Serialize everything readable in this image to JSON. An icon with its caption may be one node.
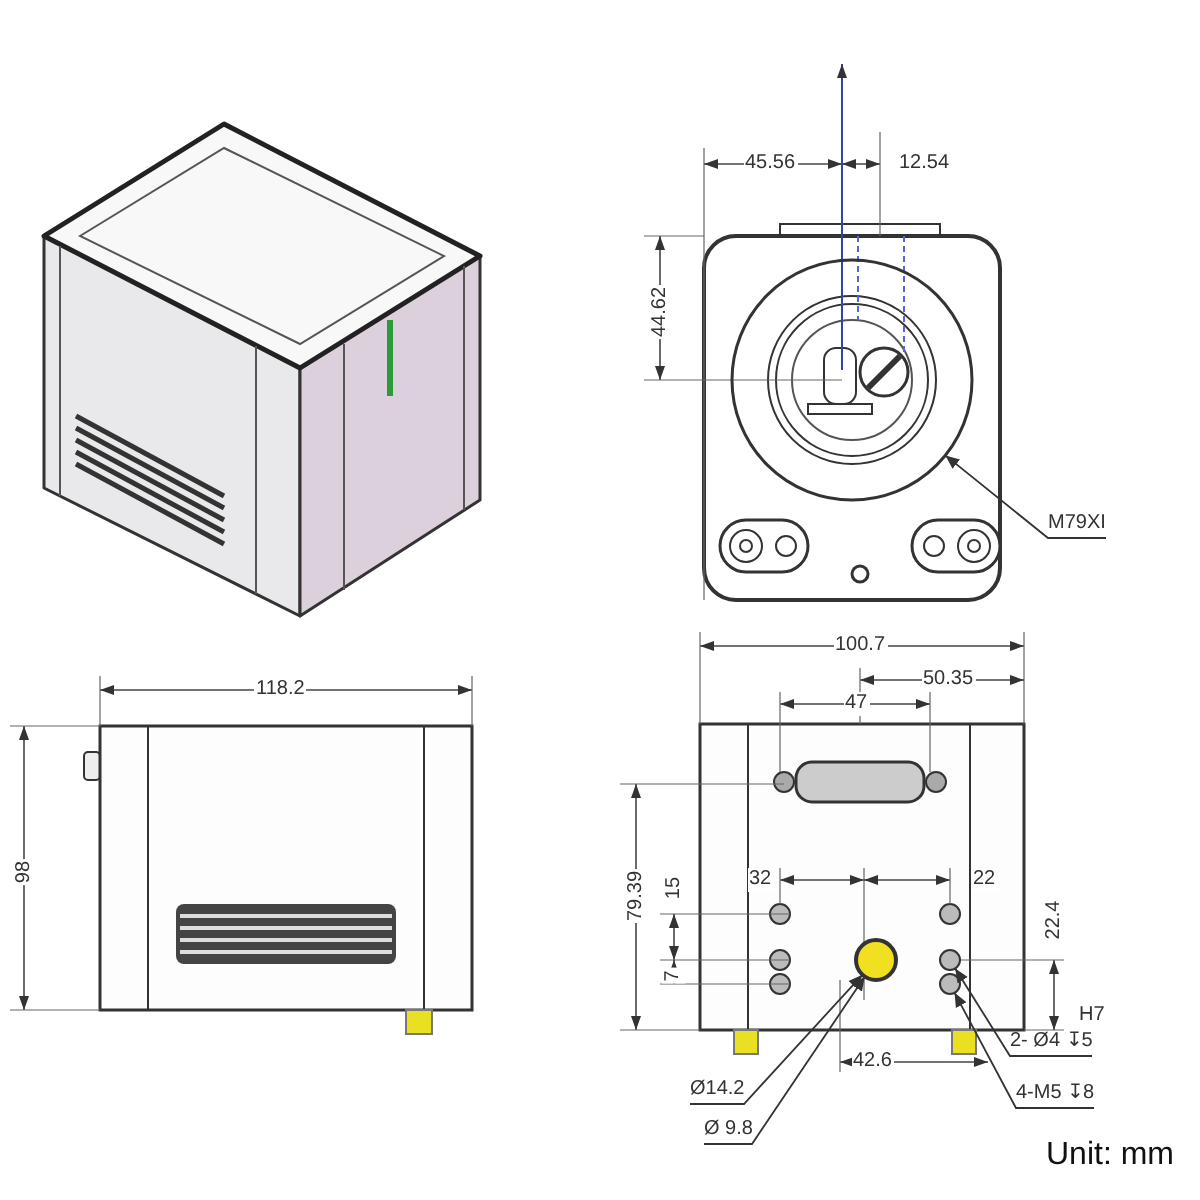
{
  "diagram": {
    "nodes": [
      {
        "text": [
          "M79XI"
        ]
      },
      {
        "text": [],
        "shape": "circle"
      },
      {
        "text": [
          "Ø14.2"
        ]
      },
      {
        "text": [
          "Ø 9.8"
        ]
      },
      {
        "text": [],
        "shape": "circle"
      },
      {
        "text": [
          "2- Ø4 ↧5"
        ]
      },
      {
        "text": [
          "4-M5 ↧8"
        ]
      },
      {
        "text": [],
        "shape": "circle"
      },
      {
        "text": [],
        "shape": "circle"
      }
    ],
    "edges": [
      {
        "from": 0,
        "to": 1,
        "arrow": "to"
      },
      {
        "from": 2,
        "to": 4,
        "arrow": "to"
      },
      {
        "from": 3,
        "to": 4,
        "arrow": "to"
      },
      {
        "from": 5,
        "to": 7,
        "arrow": "to"
      },
      {
        "from": 6,
        "to": 8,
        "arrow": "to"
      }
    ],
    "labels": [
      "45.56",
      "12.54",
      "44.62",
      "118.2",
      "98",
      "100.7",
      "50.35",
      "47",
      "79.39",
      "15",
      "32",
      "22",
      "22.4",
      "7",
      "H7",
      "42.6",
      "Unit: mm"
    ]
  }
}
